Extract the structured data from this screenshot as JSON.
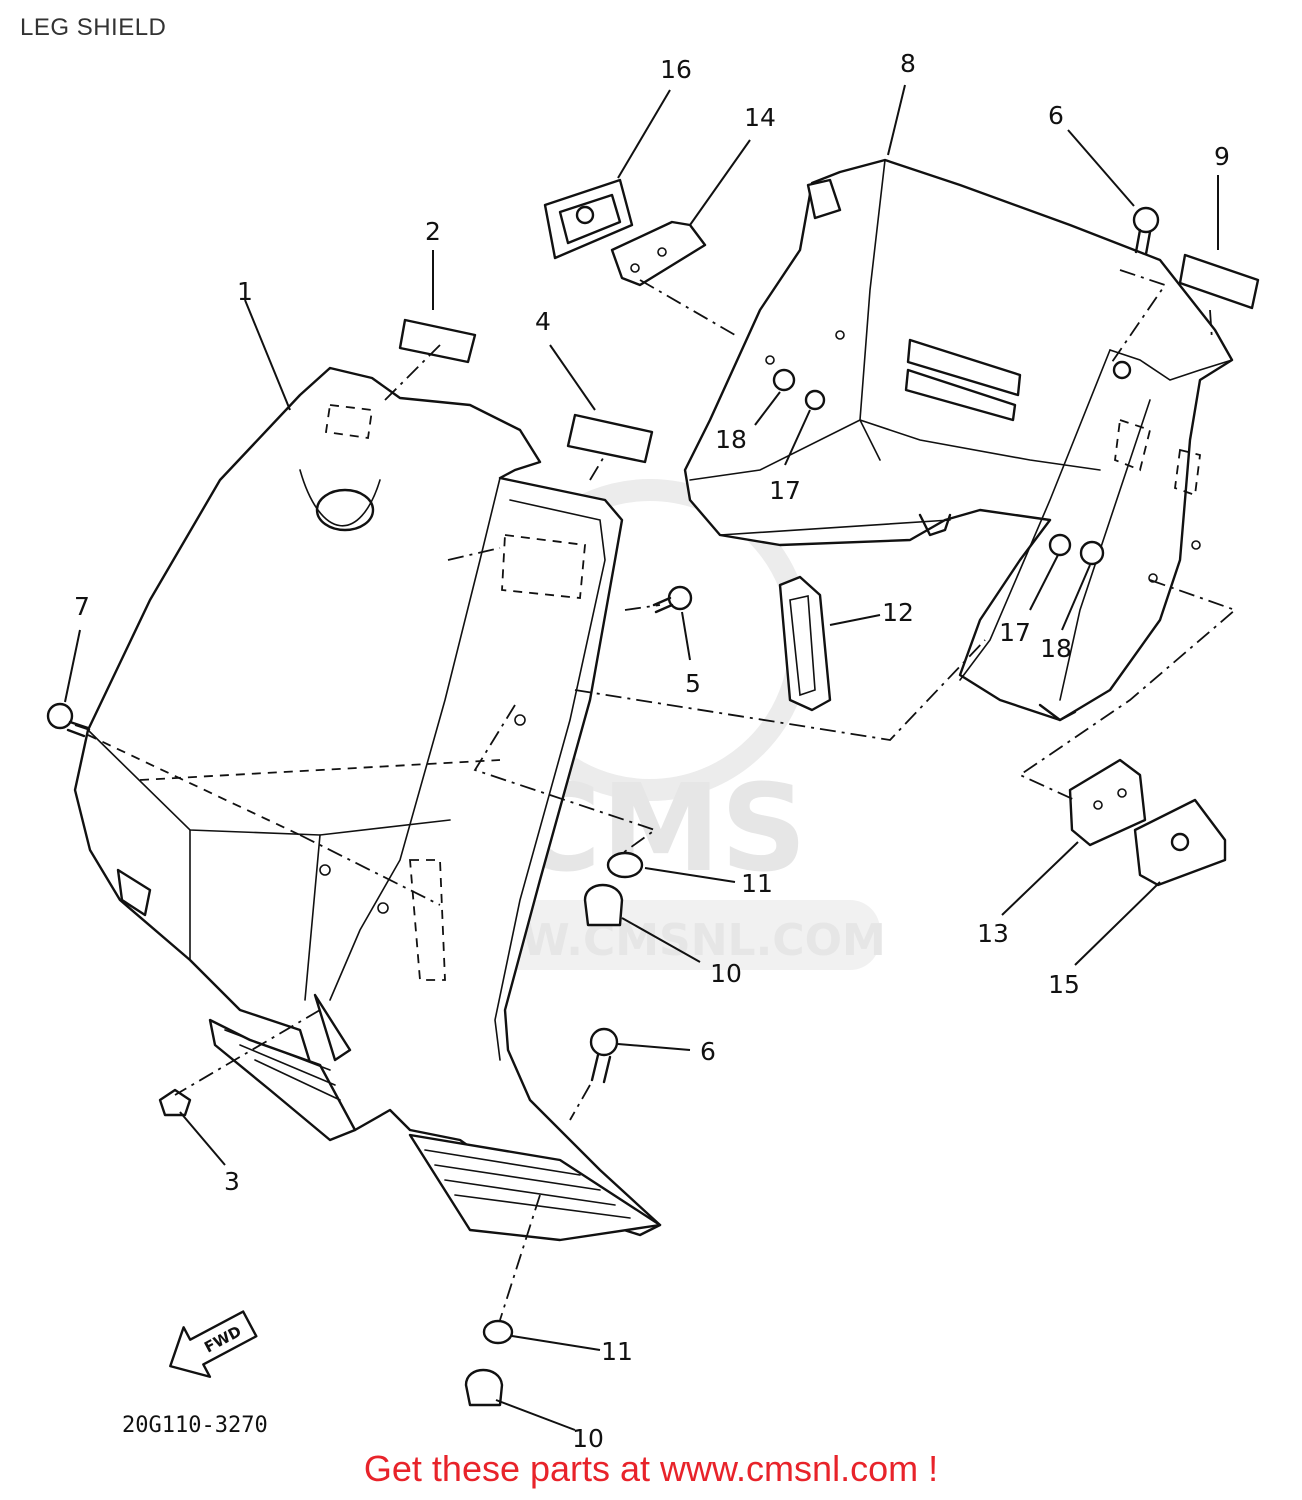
{
  "title": "LEG SHIELD",
  "watermark": {
    "brand": "CMS",
    "url": "WWW.CMSNL.COM"
  },
  "diagram_code": "20G110-3270",
  "fwd_label": "FWD",
  "callouts": {
    "c1": "1",
    "c2": "2",
    "c3": "3",
    "c4": "4",
    "c5": "5",
    "c6a": "6",
    "c6b": "6",
    "c7": "7",
    "c8": "8",
    "c9": "9",
    "c10a": "10",
    "c10b": "10",
    "c11a": "11",
    "c11b": "11",
    "c12": "12",
    "c13": "13",
    "c14": "14",
    "c15": "15",
    "c16": "16",
    "c17a": "17",
    "c17b": "17",
    "c18a": "18",
    "c18b": "18"
  },
  "footer_link": "Get these parts at www.cmsnl.com !"
}
